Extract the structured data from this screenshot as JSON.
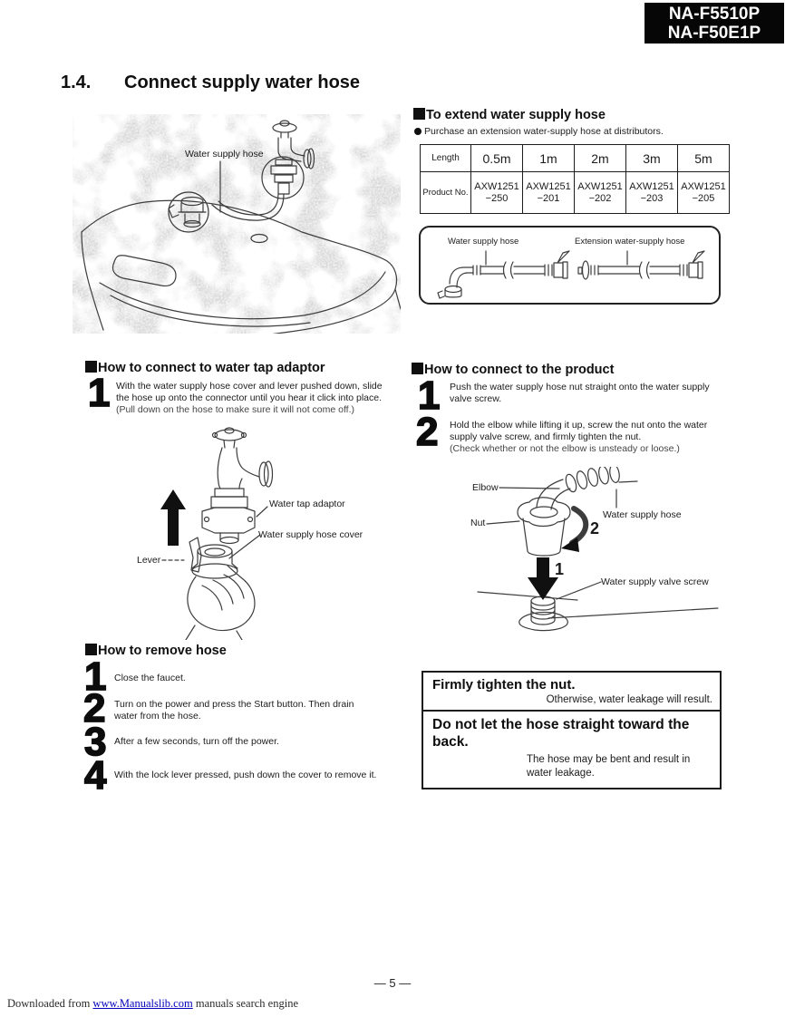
{
  "models": {
    "line1": "NA-F5510P",
    "line2": "NA-F50E1P"
  },
  "title": {
    "number": "1.4.",
    "text": "Connect supply water hose"
  },
  "overview_figure": {
    "hose_label": "Water supply hose"
  },
  "extend": {
    "heading": "To extend water supply hose",
    "bullet": "Purchase an extension water-supply hose at distributors.",
    "table": {
      "length_header": "Length",
      "product_header": "Product No.",
      "lengths": [
        "0.5m",
        "1m",
        "2m",
        "3m",
        "5m"
      ],
      "products": [
        {
          "code": "AXW1251",
          "suffix": "−250"
        },
        {
          "code": "AXW1251",
          "suffix": "−201"
        },
        {
          "code": "AXW1251",
          "suffix": "−202"
        },
        {
          "code": "AXW1251",
          "suffix": "−203"
        },
        {
          "code": "AXW1251",
          "suffix": "−205"
        }
      ]
    },
    "figure": {
      "left_label": "Water supply hose",
      "right_label": "Extension water-supply hose"
    }
  },
  "tap": {
    "heading": "How to connect to water tap adaptor",
    "step_number": "1",
    "step_text": "With the water supply hose cover and lever pushed down, slide the hose up onto the connector until you hear it click into place.",
    "step_note": "(Pull down on the hose to make sure it will not come off.)",
    "labels": {
      "adaptor": "Water tap adaptor",
      "cover": "Water supply hose cover",
      "lever": "Lever"
    }
  },
  "product": {
    "heading": "How to connect to the product",
    "steps": [
      {
        "number": "1",
        "text": "Push the water supply hose nut straight onto the water supply valve screw."
      },
      {
        "number": "2",
        "text": "Hold the elbow while lifting it up, screw the nut onto the water supply valve screw, and firmly tighten the nut.",
        "note": "(Check whether or not the elbow is unsteady or loose.)"
      }
    ],
    "labels": {
      "elbow": "Elbow",
      "nut": "Nut",
      "hose": "Water supply hose",
      "screw": "Water supply valve screw",
      "arrow_down": "1",
      "arrow_turn": "2"
    }
  },
  "remove": {
    "heading": "How to remove hose",
    "steps": [
      {
        "number": "1",
        "text": "Close the faucet."
      },
      {
        "number": "2",
        "text": "Turn on the power and press the Start button. Then drain water from the hose."
      },
      {
        "number": "3",
        "text": "After a few seconds, turn off the power."
      },
      {
        "number": "4",
        "text": "With the lock lever pressed, push down the cover to remove it."
      }
    ]
  },
  "notes": [
    {
      "title": "Firmly tighten the nut.",
      "body": "Otherwise, water leakage will result."
    },
    {
      "title": "Do not let the hose straight toward the back.",
      "body": "The hose may be bent and result in water leakage."
    }
  ],
  "footer": {
    "page_number": "— 5 —",
    "prefix": "Downloaded from",
    "link": "www.Manualslib.com",
    "suffix": "manuals search engine"
  }
}
